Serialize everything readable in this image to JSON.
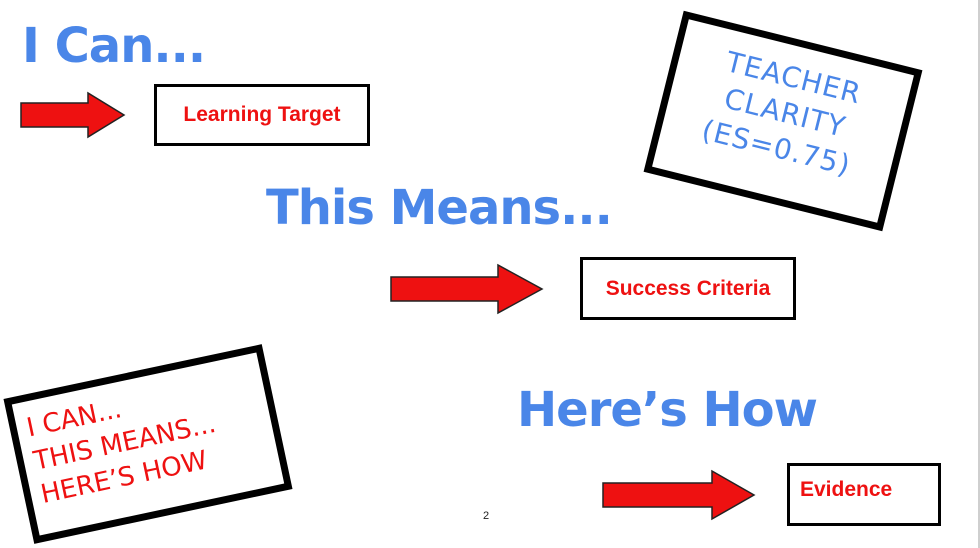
{
  "headings": {
    "i_can": "I Can...",
    "this_means": "This Means...",
    "heres_how": "Here’s How"
  },
  "boxes": {
    "learning_target": "Learning Target",
    "success_criteria": "Success Criteria",
    "evidence": "Evidence"
  },
  "teacher_card": {
    "line1": "TEACHER",
    "line2": "CLARITY",
    "line3": "(ES=0.75)"
  },
  "summary_card": {
    "line1": "I CAN...",
    "line2": "THIS MEANS...",
    "line3": "HERE’S HOW"
  },
  "page_number": "2",
  "colors": {
    "heading_blue": "#4a86e8",
    "accent_red": "#ee1111",
    "border": "#000000"
  },
  "icons": [
    "right-arrow-icon",
    "right-arrow-icon",
    "right-arrow-icon"
  ]
}
